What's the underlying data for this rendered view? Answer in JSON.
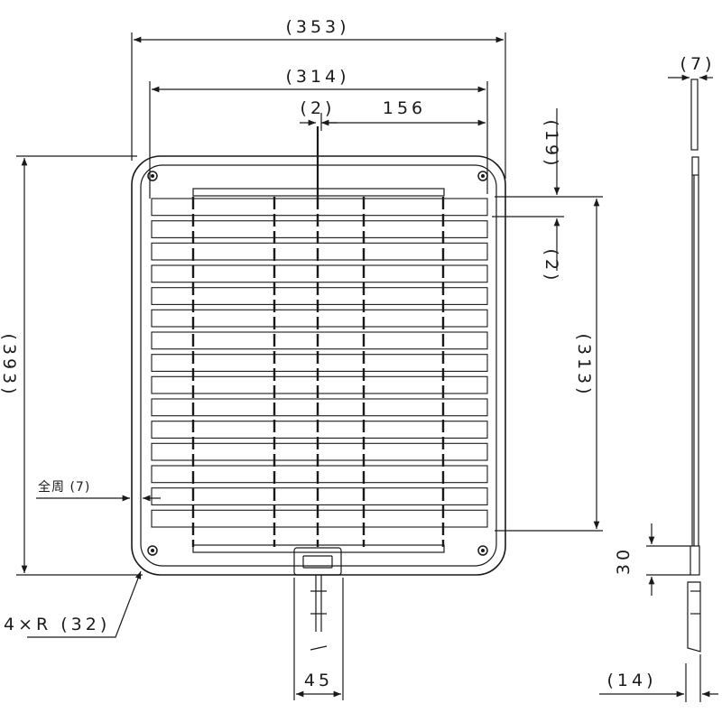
{
  "dimensions": {
    "overall_width": "(353)",
    "grille_width": "(314)",
    "center_offset": "(2)",
    "half_width": "156",
    "top_margin": "(19)",
    "side_gap": "(2)",
    "overall_height": "(393)",
    "grille_height": "(313)",
    "perimeter_note": "全周 (7)",
    "corner_radius": "4×R (32)",
    "handle_width": "45",
    "thickness": "(7)",
    "handle_height": "30",
    "handle_depth": "(14)"
  }
}
